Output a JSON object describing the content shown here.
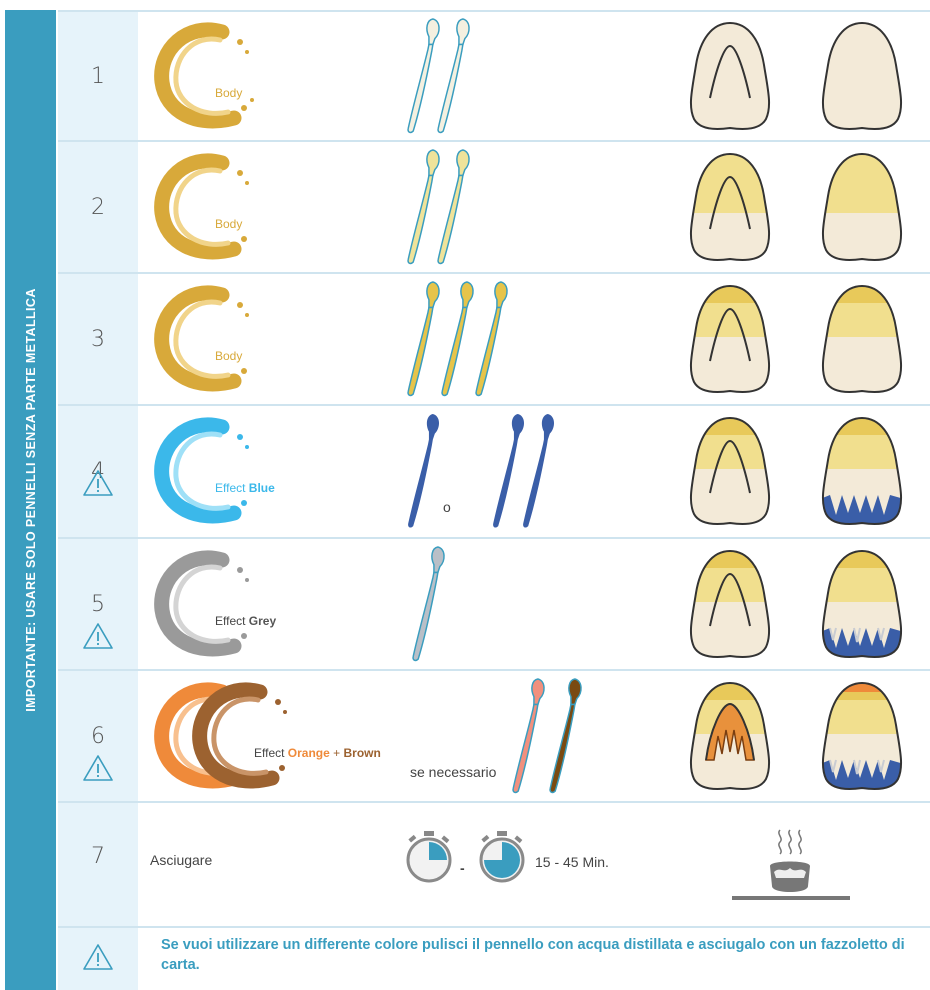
{
  "sidebar": {
    "text": "IMPORTANTE: USARE SOLO PENNELLI SENZA PARTE METALLICA"
  },
  "rows": [
    {
      "number": "1",
      "color_word": "",
      "color_name": "Body"
    },
    {
      "number": "2",
      "color_word": "",
      "color_name": "Body"
    },
    {
      "number": "3",
      "color_word": "",
      "color_name": "Body"
    },
    {
      "number": "4",
      "color_word": "Effect ",
      "color_name": "Blue",
      "connector": "o"
    },
    {
      "number": "5",
      "color_word": "Effect ",
      "color_name": "Grey"
    },
    {
      "number": "6",
      "color_word": "Effect ",
      "color_name": "Orange",
      "plus": "+",
      "color_name_2": "Brown",
      "note": "se necessario"
    },
    {
      "number": "7",
      "label": "Asciugare",
      "dash": "-",
      "time": "15 - 45 Min."
    }
  ],
  "footnote": "Se vuoi utilizzare un differente colore pulisci il pennello con acqua distillata e asciugalo con un fazzoletto di carta.",
  "colors": {
    "accent": "#3a9dbf",
    "body": "#d8a93a",
    "blue": "#3bb8ea",
    "blue_brush": "#3a5ea8",
    "grey": "#9a9a9a",
    "orange": "#ef8a3a",
    "brown": "#9c6230"
  },
  "icons": [
    "warning-icon",
    "paint-swirl-icon",
    "brush-icon",
    "tooth-icon",
    "stopwatch-icon",
    "steaming-cup-icon"
  ]
}
